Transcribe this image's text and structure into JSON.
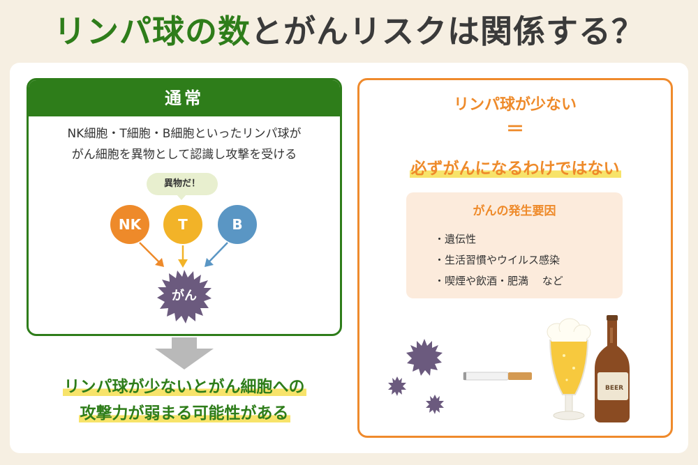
{
  "title": {
    "part1": "リンパ球の数",
    "part2": "とがんリスクは関係する？"
  },
  "left": {
    "header": "通常",
    "desc_line1": "NK細胞・T細胞・B細胞といったリンパ球が",
    "desc_line2": "がん細胞を異物として認識し攻撃を受ける",
    "bubble": "異物だ！",
    "cells": {
      "nk": "NK",
      "t": "T",
      "b": "B"
    },
    "target": "がん",
    "conclusion_line1": "リンパ球が少ないとがん細胞への",
    "conclusion_line2": "攻撃力が弱まる可能性がある"
  },
  "right": {
    "line1": "リンパ球が少ない",
    "equal": "＝",
    "line2": "必ずがんになるわけではない",
    "cause_title": "がんの発生要因",
    "causes": [
      "・遺伝性",
      "・生活習慣やウイルス感染",
      "・喫煙や飲酒・肥満　 など"
    ],
    "beer_label": "BEER"
  },
  "colors": {
    "green": "#2e7d1a",
    "orange": "#ee8a2a",
    "yellow": "#f2b328",
    "blue": "#5a96c4",
    "purple": "#6b5a7e",
    "highlight": "#f7e36a"
  }
}
